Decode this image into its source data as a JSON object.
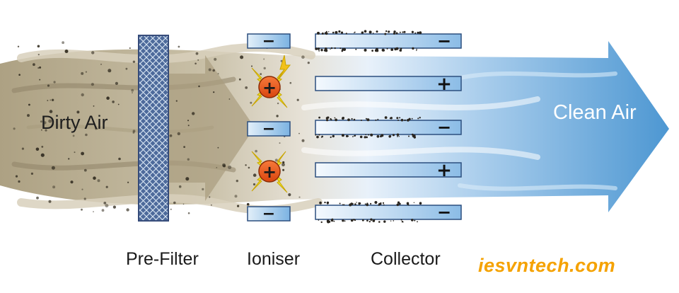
{
  "labels": {
    "dirty_air": "Dirty Air",
    "clean_air": "Clean Air",
    "pre_filter": "Pre-Filter",
    "ioniser": "Ioniser",
    "collector": "Collector"
  },
  "watermark": "iesvntech.com",
  "ioniser_plates": [
    "−",
    "−",
    "−"
  ],
  "ioniser_charges": [
    "+",
    "+"
  ],
  "collector_plates": [
    "−",
    "+",
    "−",
    "+",
    "−"
  ],
  "colors": {
    "dirty_air": "#b9ad93",
    "clean_air": "#4d97d2",
    "plate_fill": "#a9cdee",
    "charge_ball": "#e8541e",
    "spark": "#e9e02a",
    "watermark": "#f5a200"
  }
}
